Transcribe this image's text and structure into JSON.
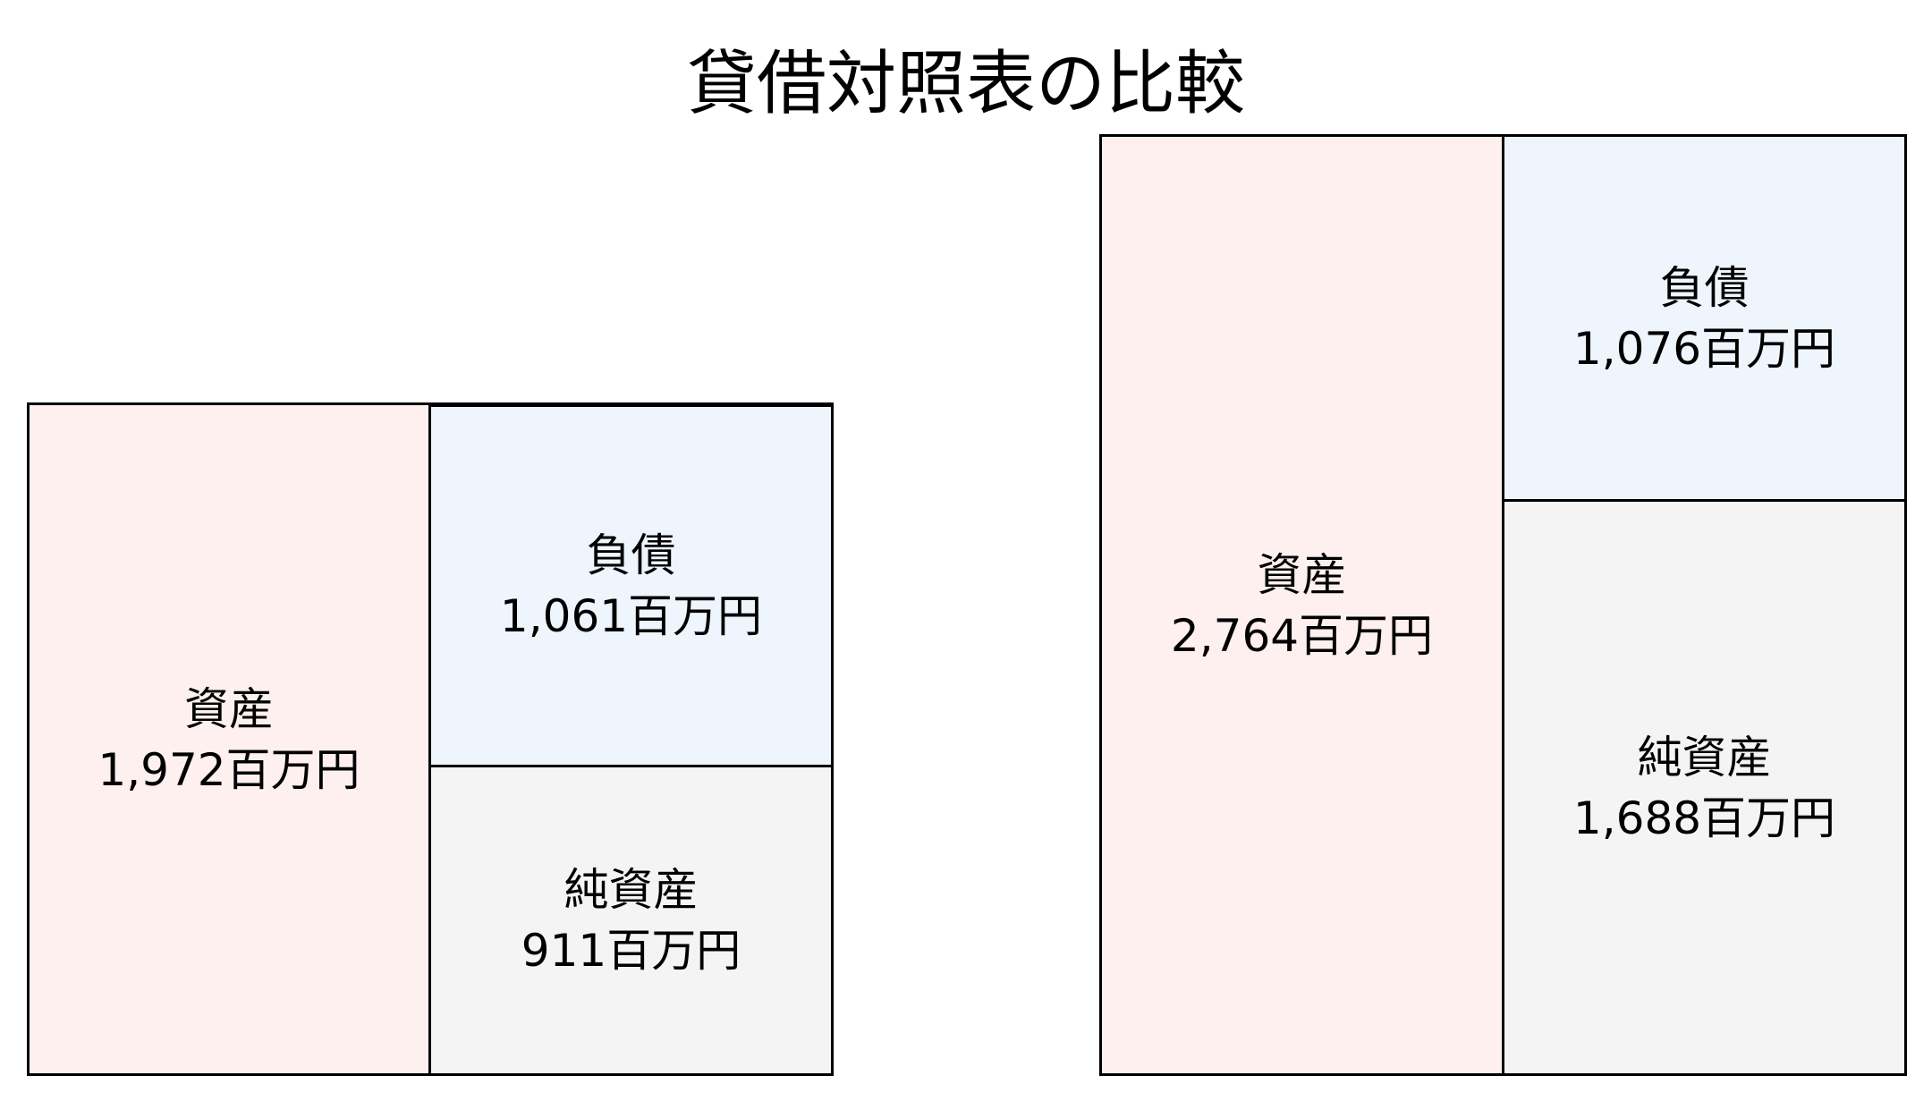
{
  "title": "貸借対照表の比較",
  "colors": {
    "assets": "#fdf0ef",
    "liabilities": "#eef5fc",
    "net_assets": "#f4f4f4"
  },
  "sheets": [
    {
      "assets": {
        "label": "資産",
        "value": "1,972百万円"
      },
      "liabilities": {
        "label": "負債",
        "value": "1,061百万円"
      },
      "net_assets": {
        "label": "純資産",
        "value": "911百万円"
      }
    },
    {
      "assets": {
        "label": "資産",
        "value": "2,764百万円"
      },
      "liabilities": {
        "label": "負債",
        "value": "1,076百万円"
      },
      "net_assets": {
        "label": "純資産",
        "value": "1,688百万円"
      }
    }
  ]
}
